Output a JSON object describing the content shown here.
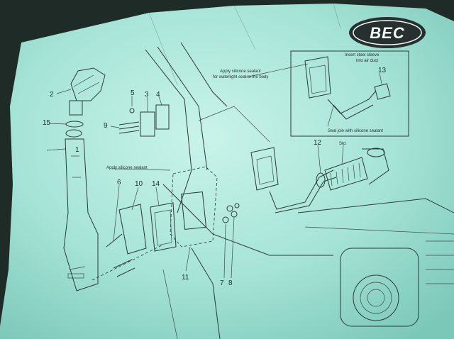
{
  "logo": {
    "text": "BEC"
  },
  "notes": {
    "apply_sealant_body": [
      "Apply silicone sealant",
      "for waterlight seal to the body"
    ],
    "insert_sleeve": [
      "Insert steel sleeve",
      "into air duct"
    ],
    "seal_join": "Seal join with silicone sealant",
    "apply_sealant": "Apply silicone sealant",
    "std": "Std."
  },
  "callouts": [
    "1",
    "2",
    "3",
    "4",
    "5",
    "6",
    "7",
    "8",
    "9",
    "10",
    "11",
    "12",
    "13",
    "14",
    "15"
  ],
  "colors": {
    "paper": "#9fe0d2",
    "paper_light": "#c4f0e6",
    "ink": "#2a3a37",
    "logo_fill": "#26302e",
    "background": "#1e2b27"
  }
}
